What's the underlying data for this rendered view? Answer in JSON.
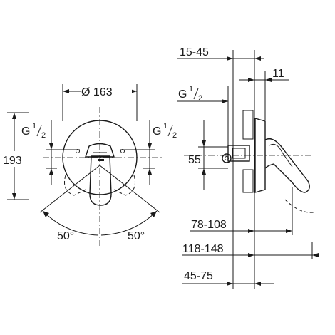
{
  "dimensions": {
    "diameter": "Ø 163",
    "height": "193",
    "thread_front_left": {
      "main": "G",
      "num": "1",
      "den": "2"
    },
    "thread_front_right": {
      "main": "G",
      "num": "1",
      "den": "2"
    },
    "thread_side": {
      "main": "G",
      "num": "1",
      "den": "2"
    },
    "angle_left": "50°",
    "angle_right": "50°",
    "wall_range": "15-45",
    "flange": "11",
    "spacing": "55",
    "depth_1": "78-108",
    "depth_2": "118-148",
    "depth_3": "45-75"
  }
}
